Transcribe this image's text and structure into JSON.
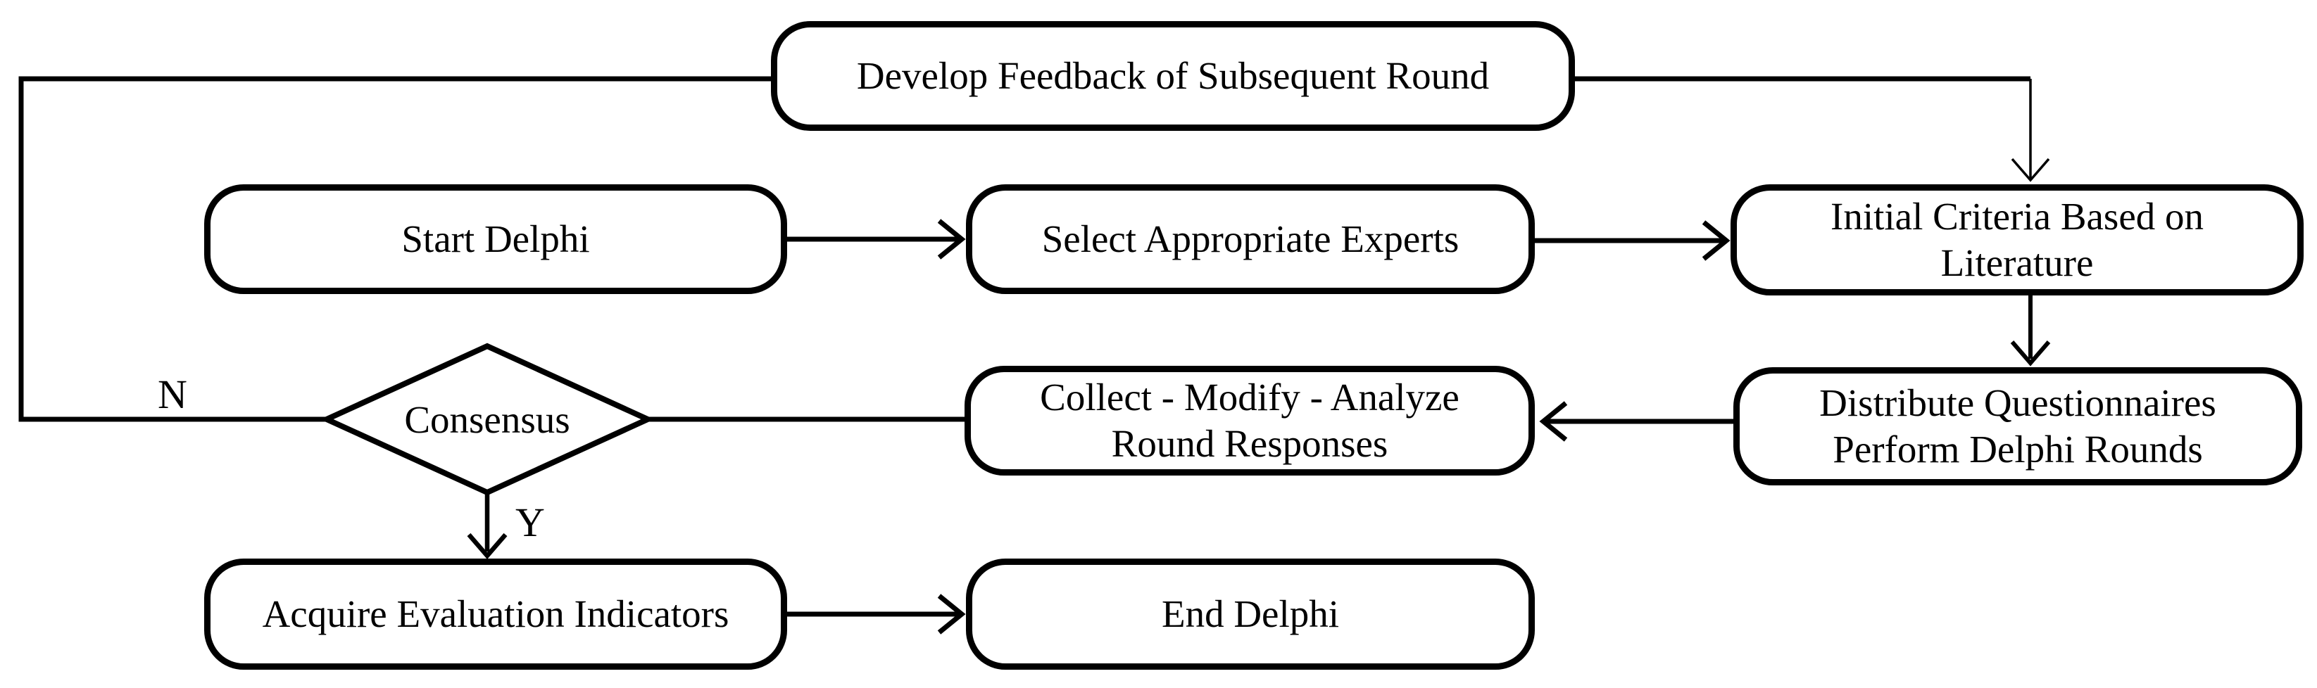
{
  "colors": {
    "stroke": "#000000",
    "background": "#ffffff"
  },
  "nodes": {
    "develop_feedback": {
      "label": "Develop Feedback of Subsequent Round",
      "shape": "rounded-rectangle"
    },
    "start_delphi": {
      "label": "Start Delphi",
      "shape": "rounded-rectangle"
    },
    "select_experts": {
      "label": "Select Appropriate Experts",
      "shape": "rounded-rectangle"
    },
    "initial_criteria": {
      "label": "Initial Criteria Based on\nLiterature",
      "shape": "rounded-rectangle"
    },
    "consensus": {
      "label": "Consensus",
      "shape": "diamond"
    },
    "collect_modify": {
      "label": "Collect - Modify - Analyze\nRound Responses",
      "shape": "rounded-rectangle"
    },
    "distribute": {
      "label": "Distribute Questionnaires\nPerform Delphi Rounds",
      "shape": "rounded-rectangle"
    },
    "acquire": {
      "label": "Acquire Evaluation Indicators",
      "shape": "rounded-rectangle"
    },
    "end_delphi": {
      "label": "End Delphi",
      "shape": "rounded-rectangle"
    }
  },
  "edge_labels": {
    "no": "N",
    "yes": "Y"
  },
  "edges": [
    {
      "from": "start_delphi",
      "to": "select_experts",
      "arrowhead": true,
      "label": ""
    },
    {
      "from": "select_experts",
      "to": "initial_criteria",
      "arrowhead": true,
      "label": ""
    },
    {
      "from": "develop_feedback",
      "to": "initial_criteria",
      "arrowhead": true,
      "label": ""
    },
    {
      "from": "initial_criteria",
      "to": "distribute",
      "arrowhead": true,
      "label": ""
    },
    {
      "from": "distribute",
      "to": "collect_modify",
      "arrowhead": true,
      "label": ""
    },
    {
      "from": "collect_modify",
      "to": "consensus",
      "arrowhead": false,
      "label": ""
    },
    {
      "from": "consensus",
      "to": "develop_feedback",
      "arrowhead": false,
      "label": "N"
    },
    {
      "from": "consensus",
      "to": "acquire",
      "arrowhead": true,
      "label": "Y"
    },
    {
      "from": "acquire",
      "to": "end_delphi",
      "arrowhead": true,
      "label": ""
    }
  ]
}
